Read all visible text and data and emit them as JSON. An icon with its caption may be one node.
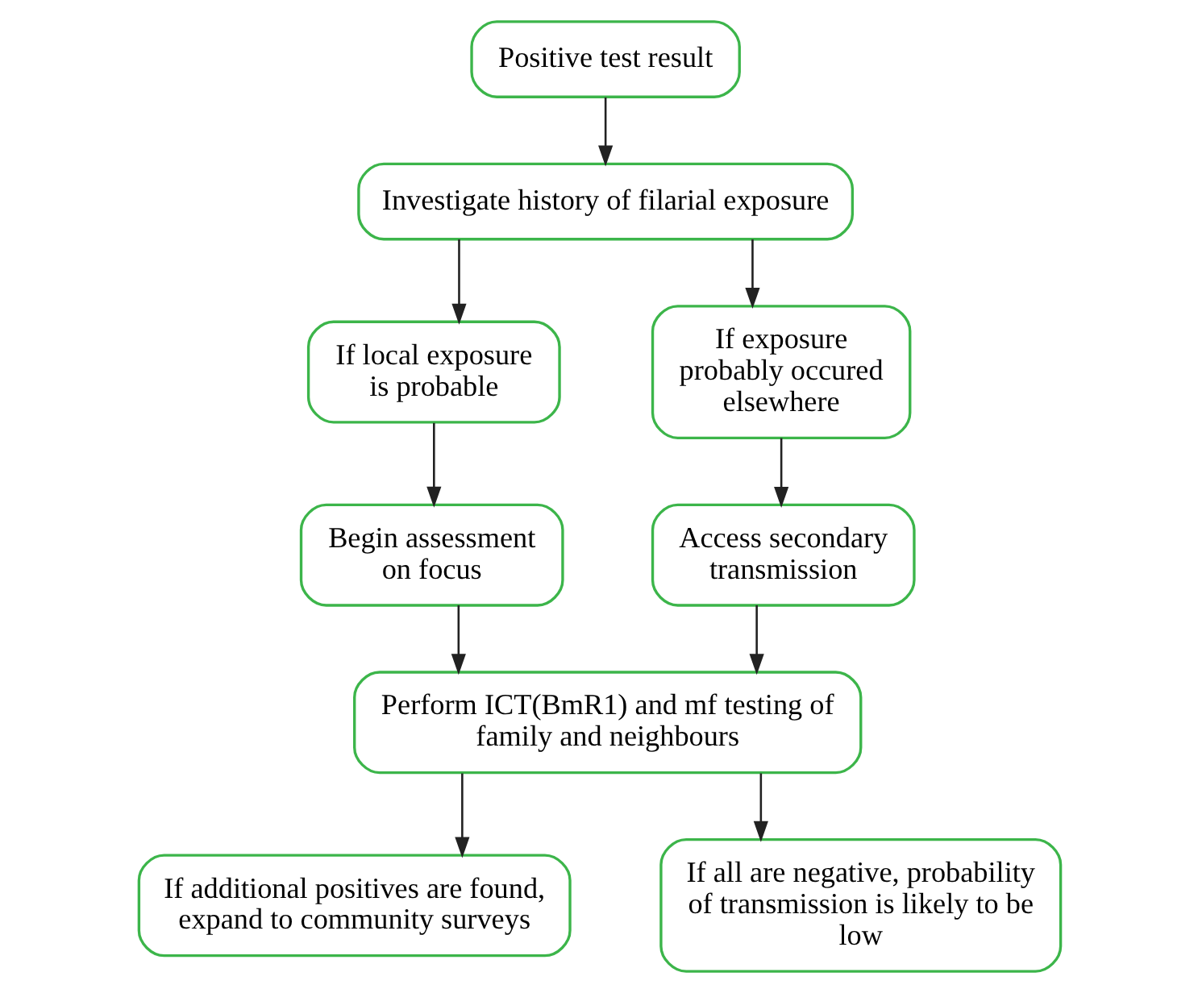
{
  "diagram": {
    "nodes": [
      {
        "text": [
          "Positive test result"
        ]
      },
      {
        "text": [
          "Investigate history of filarial exposure"
        ]
      },
      {
        "text": [
          "If local exposure is probable"
        ]
      },
      {
        "text": [
          "If exposure probably occured elsewhere"
        ]
      },
      {
        "text": [
          "Begin assessment on focus"
        ]
      },
      {
        "text": [
          "Access secondary transmission"
        ]
      },
      {
        "text": [
          "Perform ICT(BmR1) and mf testing of family and neighbours"
        ]
      },
      {
        "text": [
          "If additional positives are found, expand to community surveys"
        ]
      },
      {
        "text": [
          "If all are negative, probability of transmission is likely to be low"
        ]
      }
    ],
    "edges": [
      {
        "from": 0,
        "to": 1,
        "arrow": "to"
      },
      {
        "from": 1,
        "to": 2,
        "arrow": "to"
      },
      {
        "from": 1,
        "to": 3,
        "arrow": "to"
      },
      {
        "from": 2,
        "to": 4,
        "arrow": "to"
      },
      {
        "from": 3,
        "to": 5,
        "arrow": "to"
      },
      {
        "from": 4,
        "to": 6,
        "arrow": "to"
      },
      {
        "from": 5,
        "to": 6,
        "arrow": "to"
      },
      {
        "from": 6,
        "to": 7,
        "arrow": "to"
      },
      {
        "from": 6,
        "to": 8,
        "arrow": "to"
      }
    ]
  }
}
